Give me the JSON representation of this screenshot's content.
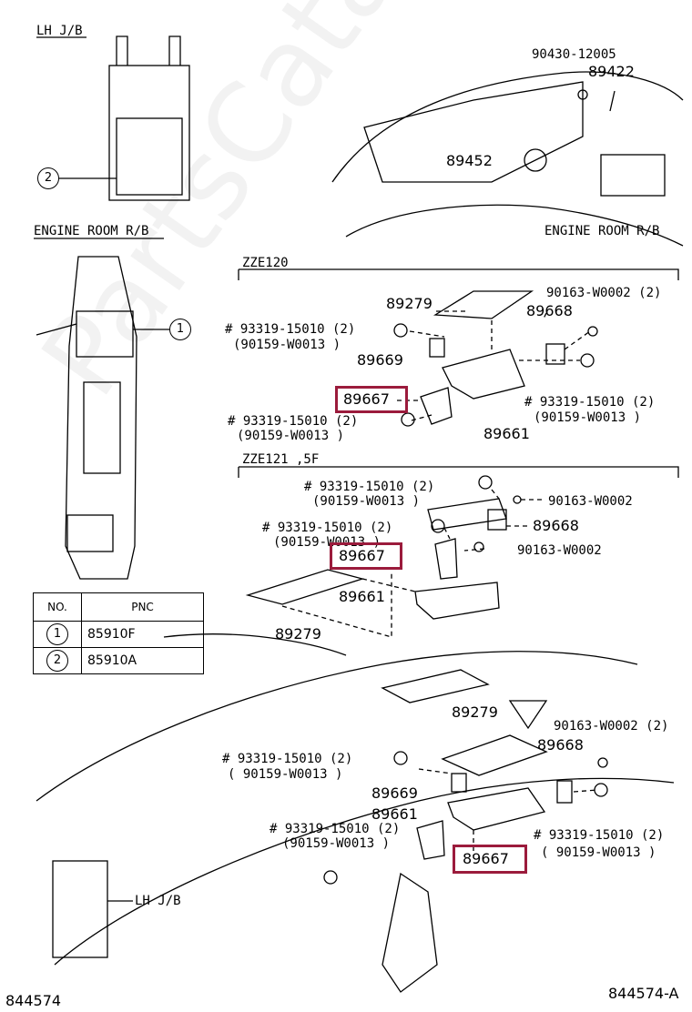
{
  "watermark": "PartsCatalogue",
  "top_left": {
    "lh_jb_label": "LH J/B",
    "engine_room_label": "ENGINE ROOM R/B",
    "callout_2": "2",
    "callout_1": "1"
  },
  "table": {
    "headers": [
      "NO.",
      "PNC"
    ],
    "rows": [
      {
        "no": "1",
        "pnc": "85910F"
      },
      {
        "no": "2",
        "pnc": "85910A"
      }
    ]
  },
  "engine_view": {
    "p90430": "90430-12005",
    "p89422": "89422",
    "p89452": "89452",
    "engine_rb": "ENGINE ROOM R/B"
  },
  "zze120": {
    "title": "ZZE120",
    "p89279": "89279",
    "p90163": "90163-W0002 (2)",
    "p89668": "89668",
    "p93319a": "# 93319-15010 (2)",
    "p90159a": "(90159-W0013 )",
    "p89669": "89669",
    "p89667": "89667",
    "p93319b": "# 93319-15010 (2)",
    "p90159b": "(90159-W0013 )",
    "p93319c": "# 93319-15010 (2)",
    "p90159c": "(90159-W0013 )",
    "p89661": "89661"
  },
  "zze121": {
    "title": "ZZE121 ,5F",
    "p93319a": "# 93319-15010 (2)",
    "p90159a": "(90159-W0013 )",
    "p90163a": "90163-W0002",
    "p89668": "89668",
    "p93319b": "# 93319-15010 (2)",
    "p90159b": "(90159-W0013 )",
    "p89667": "89667",
    "p90163b": "90163-W0002",
    "p89661": "89661",
    "p89279": "89279"
  },
  "dash_view": {
    "p89279": "89279",
    "p90163": "90163-W0002 (2)",
    "p89668": "89668",
    "p93319a": "# 93319-15010 (2)",
    "p90159a": "( 90159-W0013 )",
    "p89669": "89669",
    "p89661": "89661",
    "p93319b": "# 93319-15010 (2)",
    "p90159b": "(90159-W0013 )",
    "p93319c": "# 93319-15010 (2)",
    "p90159c": "( 90159-W0013 )",
    "p89667": "89667",
    "lh_jb": "LH J/B"
  },
  "footer": {
    "left_code": "844574",
    "right_code": "844574-A"
  },
  "colors": {
    "highlight": "#9b1b3c",
    "line": "#000000"
  }
}
